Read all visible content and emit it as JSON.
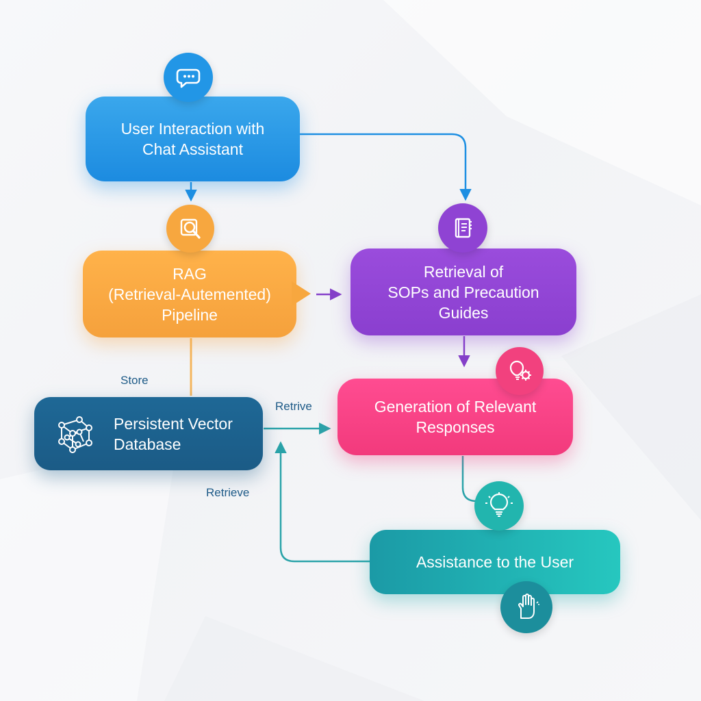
{
  "nodes": {
    "user_interaction": "User Interaction with\nChat Assistant",
    "rag_pipeline": "RAG\n(Retrieval-Autemented)\nPipeline",
    "sop_retrieval": "Retrieval of\nSOPs and Precaution\nGuides",
    "vector_db": "Persistent Vector\nDatabase",
    "response_generation": "Generation of Relevant\nResponses",
    "assistance": "Assistance to the User"
  },
  "edge_labels": {
    "store": "Store",
    "retrive": "Retrive",
    "retrieve": "Retrieve"
  },
  "icons": {
    "user_interaction": "chat-bubble-icon",
    "rag_pipeline": "magnifier-icon",
    "sop_retrieval": "book-icon",
    "vector_db": "network-cube-icon",
    "response_generation": "lightbulb-gear-icon",
    "assistance_top": "lightbulb-icon",
    "assistance_bottom": "raised-hand-icon"
  },
  "colors": {
    "user_interaction": "#1e8fe2",
    "rag_pipeline": "#f7a73f",
    "sop_retrieval": "#8f43d3",
    "vector_db": "#1c5f8c",
    "response_generation": "#f5407f",
    "assistance": "#21b3b2",
    "edge_store": "#f4b65e",
    "edge_retrieve": "#2aa3a9"
  }
}
